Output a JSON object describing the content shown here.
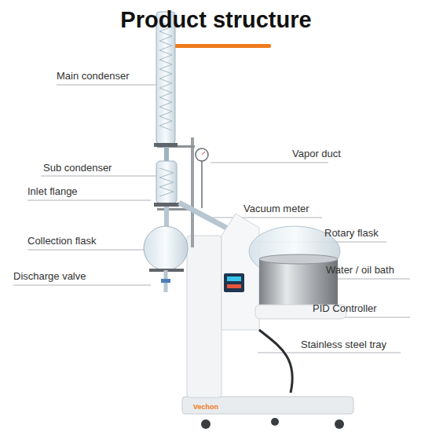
{
  "diagram": {
    "title": "Product structure",
    "labels": [
      "Main condenser",
      "Vapor duct",
      "Sub condenser",
      "Inlet flange",
      "Vacuum meter",
      "Collection flask",
      "Rotary flask",
      "Discharge valve",
      "Water / oil bath",
      "PID Controller",
      "Stainless steel tray",
      "Vechon"
    ]
  }
}
